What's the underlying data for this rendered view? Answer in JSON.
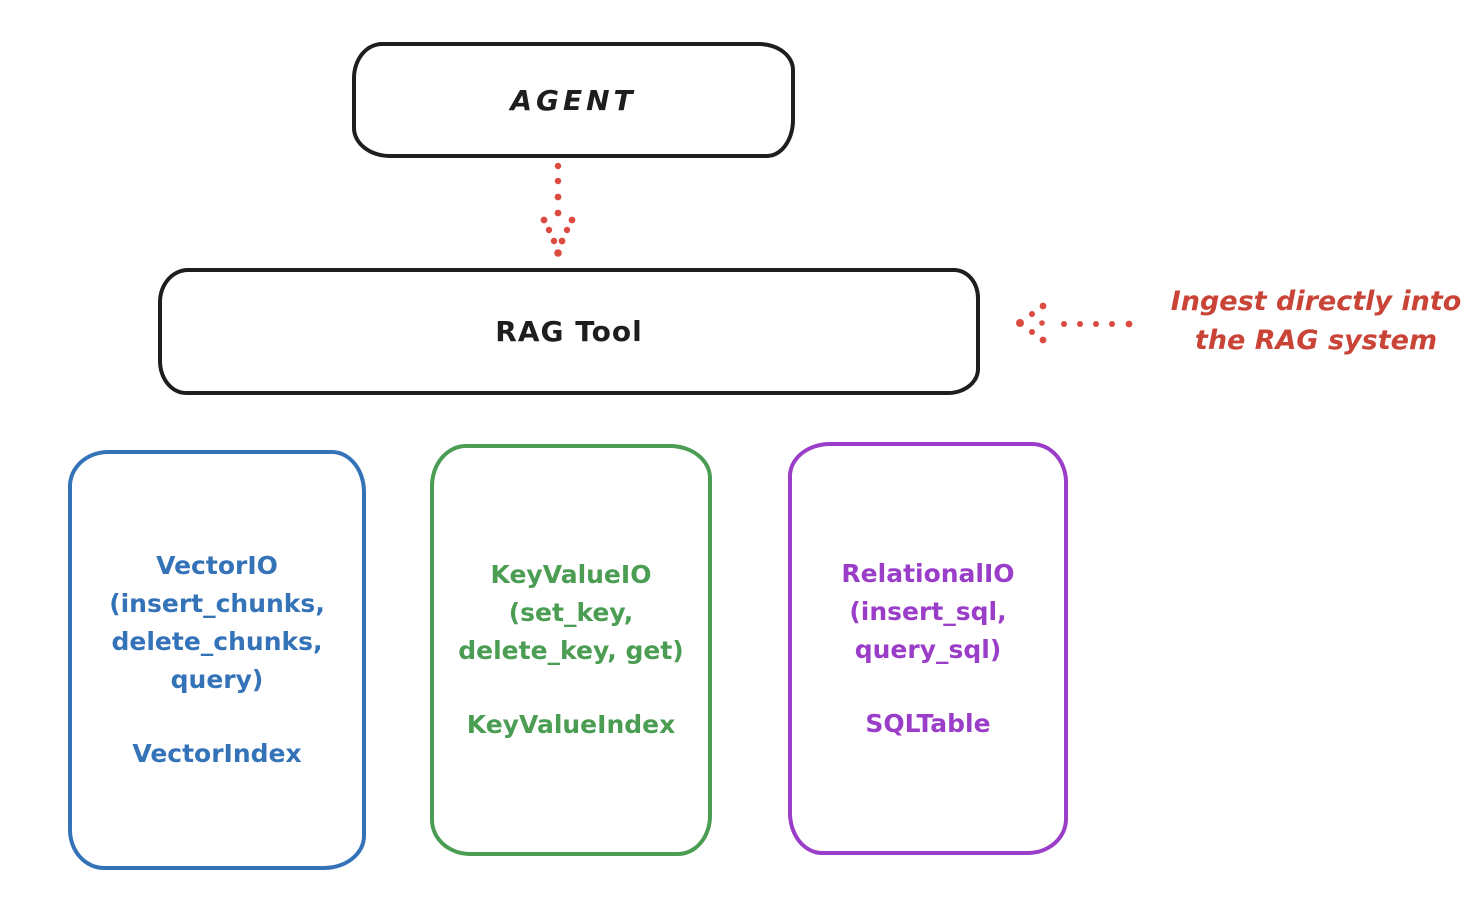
{
  "diagram": {
    "nodes": {
      "agent": {
        "label": "AGENT"
      },
      "rag_tool": {
        "label": "RAG Tool"
      }
    },
    "annotation": {
      "line1": "Ingest directly into",
      "line2": "the RAG system"
    },
    "io_boxes": [
      {
        "id": "vector-io",
        "color": "#3573b9",
        "lines": [
          "VectorIO",
          "(insert_chunks,",
          "delete_chunks,",
          "query)"
        ],
        "index_label": "VectorIndex"
      },
      {
        "id": "keyvalue-io",
        "color": "#4a9d52",
        "lines": [
          "KeyValueIO",
          "(set_key,",
          "delete_key, get)"
        ],
        "index_label": "KeyValueIndex"
      },
      {
        "id": "relational-io",
        "color": "#9a3dc9",
        "lines": [
          "RelationalIO",
          "(insert_sql,",
          "query_sql)"
        ],
        "index_label": "SQLTable"
      }
    ],
    "colors": {
      "stroke_black": "#1e1e1e",
      "arrow_red": "#db4b40",
      "annotation_red": "#c94436",
      "vector_blue": "#3573b9",
      "keyvalue_green": "#4a9d52",
      "relational_purple": "#9a3dc9",
      "background": "#ffffff"
    }
  }
}
